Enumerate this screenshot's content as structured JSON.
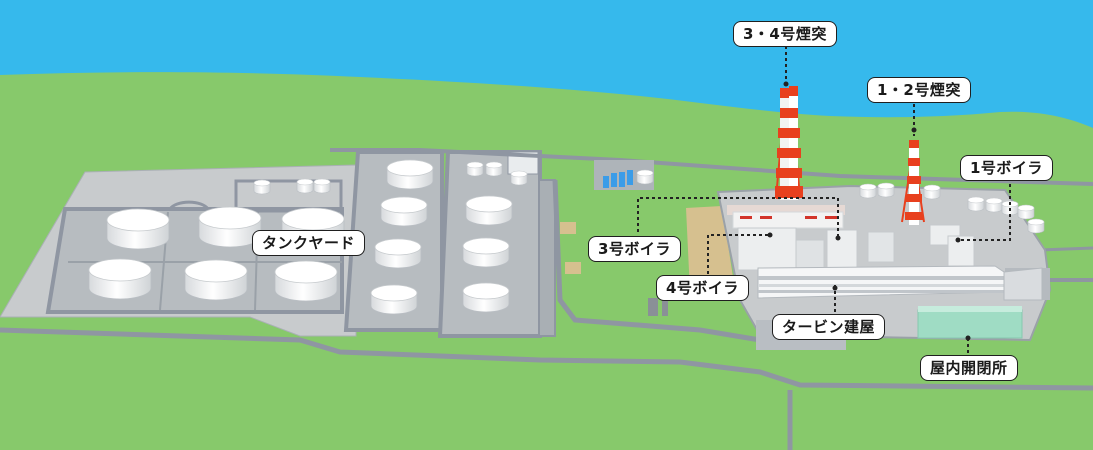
{
  "labels": {
    "stack34": "3・4号煙突",
    "stack12": "1・2号煙突",
    "boiler1": "1号ボイラ",
    "boiler3": "3号ボイラ",
    "boiler4": "4号ボイラ",
    "tankyard": "タンクヤード",
    "turbine": "タービン建屋",
    "switchyard": "屋内開閉所"
  },
  "colors": {
    "sea": "#36b9ec",
    "land": "#87c96b",
    "pavement": "#c8cbcd",
    "road": "#8f96a2",
    "tank": "#ffffff",
    "stack_red": "#e8401e"
  }
}
